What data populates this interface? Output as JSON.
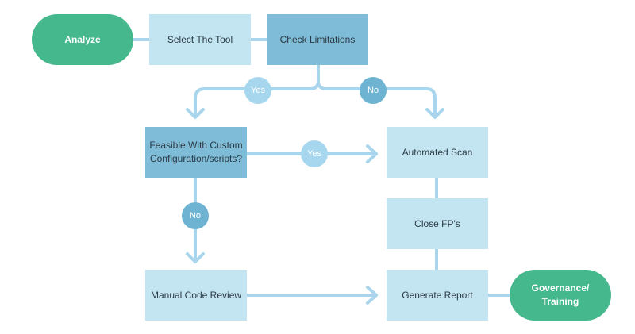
{
  "nodes": {
    "analyze": "Analyze",
    "select_tool": "Select The Tool",
    "check_limitations": "Check Limitations",
    "feasible_line1": "Feasible With Custom",
    "feasible_line2": "Configuration/scripts?",
    "automated_scan": "Automated Scan",
    "close_fps": "Close FP's",
    "manual_review": "Manual Code Review",
    "generate_report": "Generate Report",
    "governance_line1": "Governance/",
    "governance_line2": "Training"
  },
  "decisions": {
    "check_yes": "Yes",
    "check_no": "No",
    "feasible_yes": "Yes",
    "feasible_no": "No"
  },
  "colors": {
    "terminal": "#45b88d",
    "process_light": "#c3e5f2",
    "process_dark": "#7fbcd8",
    "connector": "#a9d6ec",
    "yes_badge": "#a7d7ee",
    "no_badge": "#6eb3d2"
  }
}
